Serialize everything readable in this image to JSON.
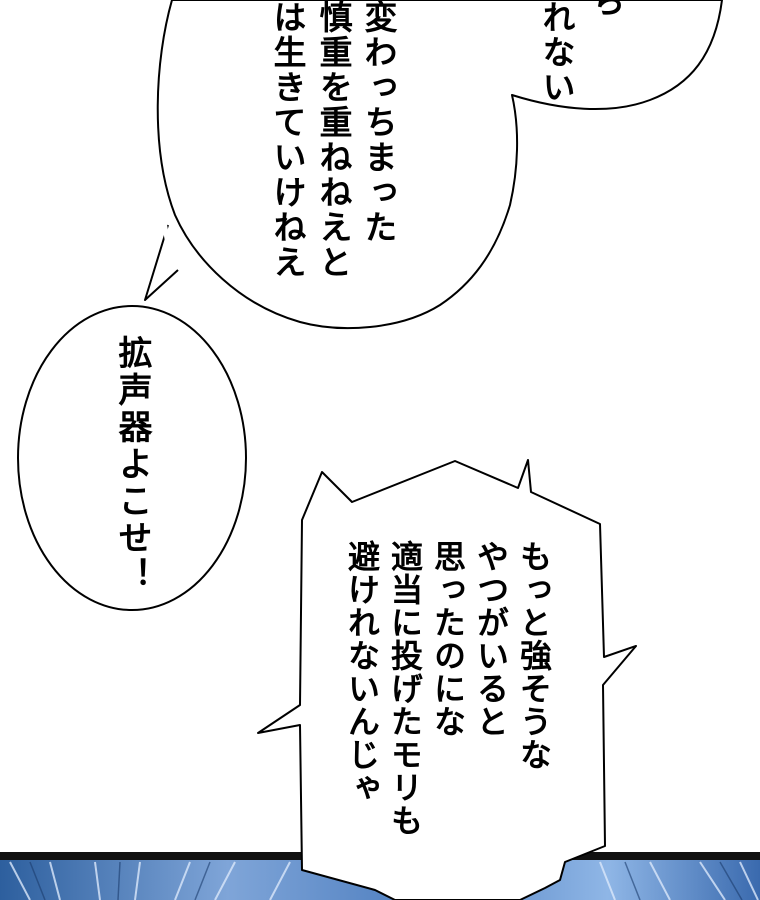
{
  "bubbles": {
    "top_left_lines": [
      "変わっちまった",
      "慎重を重ねねえと",
      "は生きていけねえ"
    ],
    "top_right_lines": [
      "ら",
      "れない"
    ],
    "left_lines": [
      "拡声器よこせ！"
    ],
    "right_lines": [
      "もっと強そうな",
      "やつがいると",
      "思ったのにな",
      "適当に投げたモリも",
      "避けれないんじゃ"
    ]
  }
}
